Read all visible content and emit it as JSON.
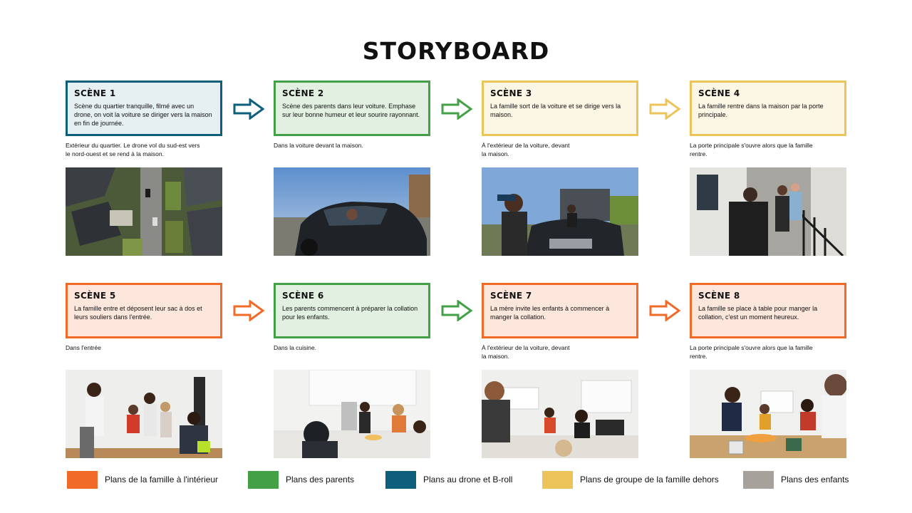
{
  "title": "STORYBOARD",
  "colors": {
    "famille_interieur": "#f26a28",
    "parents": "#43a047",
    "drone": "#0e5f7c",
    "groupe_dehors": "#ecc45a",
    "enfants": "#a6a19b"
  },
  "scenes": [
    {
      "title": "SCÈNE 1",
      "description": "Scène du quartier tranquille, filmé avec un drone, on voit la voiture se diriger vers la maison en fin de journée.",
      "note": [
        "Extérieur du quartier. Le drone vol du sud-est vers",
        "le nord-ouest et se rend à la maison."
      ],
      "category": "drone",
      "photo": "aerial-neighborhood-photo"
    },
    {
      "title": "SCÈNE 2",
      "description": "Scène des parents dans leur voiture. Emphase sur leur bonne humeur et leur sourire rayonnant.",
      "note": [
        "Dans la voiture devant la maison."
      ],
      "category": "parents",
      "photo": "car-parents-photo"
    },
    {
      "title": "SCÈNE 3",
      "description": "La famille sort de la voiture et se dirige vers la maison.",
      "note": [
        "À l'extérieur de la voiture, devant",
        "la maison."
      ],
      "category": "groupe_dehors",
      "photo": "family-outside-car-photo"
    },
    {
      "title": "SCÈNE 4",
      "description": "La famille rentre dans la maison par la porte principale.",
      "note": [
        "La porte principale s'ouvre alors que la famille",
        "rentre."
      ],
      "category": "groupe_dehors",
      "photo": "front-door-photo"
    },
    {
      "title": "SCÈNE 5",
      "description": "La famille entre et déposent leur sac à dos et leurs souliers dans l'entrée.",
      "note": [
        "Dans l'entrée"
      ],
      "category": "famille_interieur",
      "photo": "entrance-photo"
    },
    {
      "title": "SCÈNE 6",
      "description": "Les parents commencent à préparer la collation pour les enfants.",
      "note": [
        "Dans la cuisine."
      ],
      "category": "parents",
      "photo": "kitchen-photo"
    },
    {
      "title": "SCÈNE 7",
      "description": "La mère invite les enfants à commencer à manger la collation.",
      "note": [
        "À l'extérieur de la voiture, devant",
        "la maison."
      ],
      "category": "famille_interieur",
      "photo": "kitchen-table-photo"
    },
    {
      "title": "SCÈNE 8",
      "description": "La famille se place à table pour manger la collation, c'est un moment heureux.",
      "note": [
        "La porte principale s'ouvre alors que la famille",
        "rentre."
      ],
      "category": "famille_interieur",
      "photo": "table-snack-photo"
    }
  ],
  "arrows": [
    "drone",
    "parents",
    "groupe_dehors",
    "famille_interieur",
    "parents",
    "famille_interieur"
  ],
  "legend": [
    {
      "label": "Plans de la famille à l'intérieur",
      "category": "famille_interieur"
    },
    {
      "label": "Plans des parents",
      "category": "parents"
    },
    {
      "label": "Plans au drone et B-roll",
      "category": "drone"
    },
    {
      "label": "Plans de groupe de la famille dehors",
      "category": "groupe_dehors"
    },
    {
      "label": "Plans des enfants",
      "category": "enfants"
    }
  ]
}
